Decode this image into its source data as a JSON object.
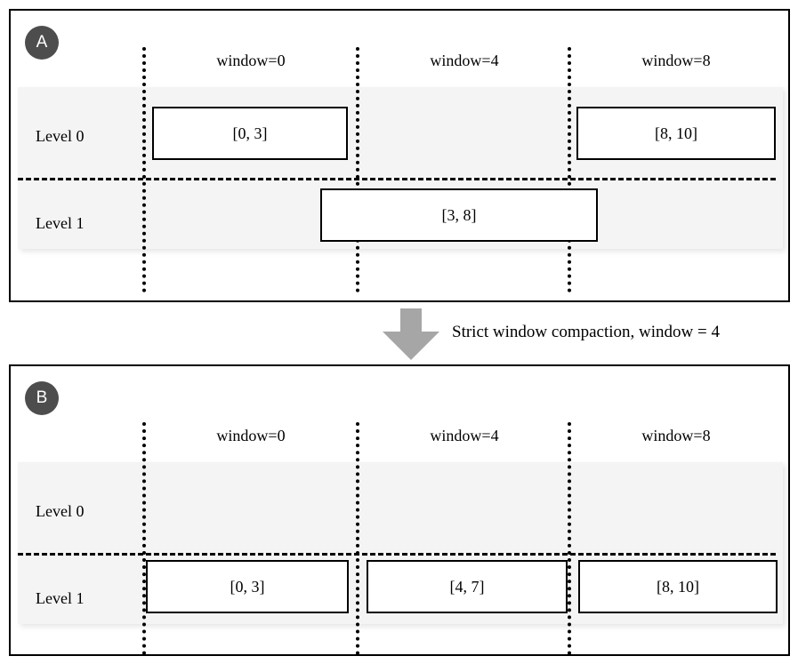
{
  "figure": {
    "panels": [
      {
        "id": "A",
        "badge_label": "A",
        "window_headers": [
          "window=0",
          "window=4",
          "window=8"
        ],
        "level_labels": [
          "Level 0",
          "Level 1"
        ],
        "segments": [
          {
            "label": "[0, 3]",
            "level": 0,
            "window": 0
          },
          {
            "label": "[8, 10]",
            "level": 0,
            "window": 8
          },
          {
            "label": "[3, 8]",
            "level": 1,
            "window": 4
          }
        ]
      },
      {
        "id": "B",
        "badge_label": "B",
        "window_headers": [
          "window=0",
          "window=4",
          "window=8"
        ],
        "level_labels": [
          "Level 0",
          "Level 1"
        ],
        "segments": [
          {
            "label": "[0, 3]",
            "level": 1,
            "window": 0
          },
          {
            "label": "[4, 7]",
            "level": 1,
            "window": 4
          },
          {
            "label": "[8, 10]",
            "level": 1,
            "window": 8
          }
        ]
      }
    ],
    "transition": {
      "caption": "Strict window compaction, window = 4",
      "arrow_icon": "down-arrow-icon",
      "arrow_color": "#a6a6a6"
    },
    "colors": {
      "badge_background": "#4d4d4d",
      "badge_text": "#ffffff",
      "band_background": "#f4f4f4",
      "stroke": "#000000",
      "panel_background": "#ffffff"
    }
  }
}
